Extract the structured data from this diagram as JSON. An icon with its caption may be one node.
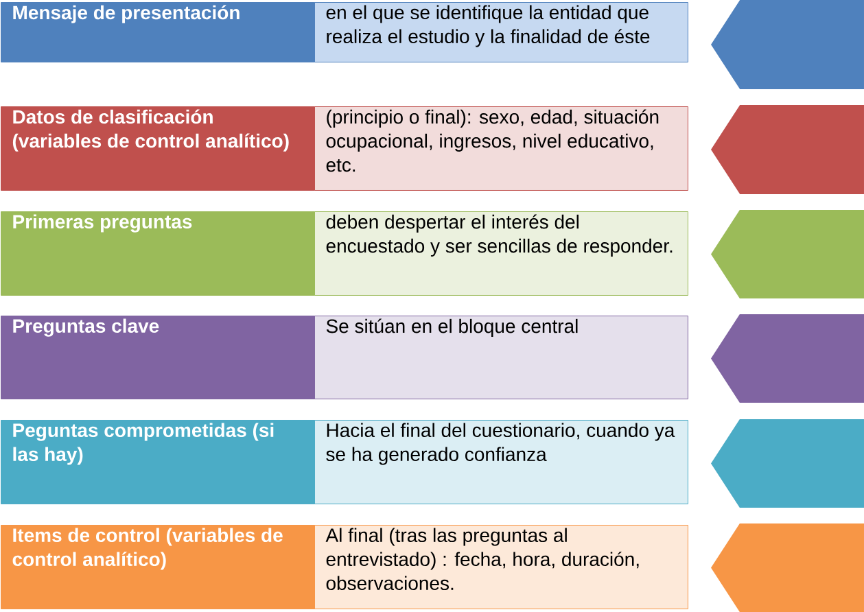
{
  "diagram": {
    "nodes": [
      {
        "text": [
          "Mensaje de presentación"
        ]
      },
      {
        "text": [
          "en el que se identifique la entidad que realiza el estudio y la finalidad de éste"
        ]
      },
      {
        "text": [],
        "shape": "pentagon"
      },
      {
        "text": [
          "Datos de clasificación (variables de control analítico)"
        ]
      },
      {
        "text": [
          "(principio o final): sexo, edad, situación ocupacional, ingresos, nivel educativo, etc."
        ]
      },
      {
        "text": [],
        "shape": "pentagon"
      },
      {
        "text": [
          "Primeras preguntas"
        ]
      },
      {
        "text": [
          "deben despertar el interés del encuestado y ser sencillas de responder."
        ]
      },
      {
        "text": [],
        "shape": "pentagon"
      },
      {
        "text": [
          "Preguntas clave"
        ]
      },
      {
        "text": [
          "Se sitúan en el bloque central"
        ]
      },
      {
        "text": [],
        "shape": "pentagon"
      },
      {
        "text": [
          "Peguntas comprometidas (si las hay)"
        ]
      },
      {
        "text": [
          "Hacia el final del cuestionario, cuando ya se ha generado confianza"
        ]
      },
      {
        "text": [],
        "shape": "pentagon"
      },
      {
        "text": [
          "Items de control (variables de control analítico)"
        ]
      },
      {
        "text": [
          "Al final (tras las preguntas al entrevistado) : fecha, hora, duración, observaciones."
        ]
      },
      {
        "text": [],
        "shape": "pentagon"
      }
    ]
  }
}
